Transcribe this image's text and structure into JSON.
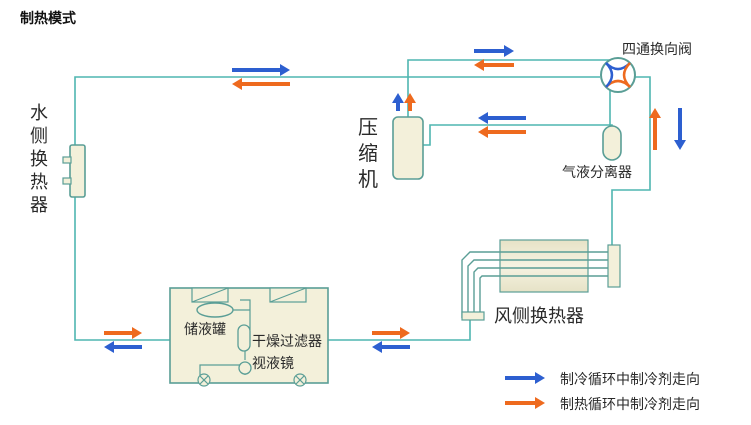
{
  "title": "制热模式",
  "labels": {
    "water_hx": [
      "水",
      "侧",
      "换",
      "热",
      "器"
    ],
    "compressor": [
      "压",
      "缩",
      "机"
    ],
    "four_way_valve": "四通换向阀",
    "gas_liquid_separator": "气液分离器",
    "air_hx": "风侧换热器",
    "receiver": "储液罐",
    "drier_filter": "干燥过滤器",
    "sight_glass": "视液镜"
  },
  "legend": {
    "cooling": "制冷循环中制冷剂走向",
    "heating": "制热循环中制冷剂走向"
  },
  "colors": {
    "pipe": "#4fb6b0",
    "component_fill": "#f3f0da",
    "component_stroke": "#5a9e96",
    "cooling_arrow": "#2d5fd0",
    "heating_arrow": "#ee6a1e",
    "label_text": "#2a2a2a"
  }
}
